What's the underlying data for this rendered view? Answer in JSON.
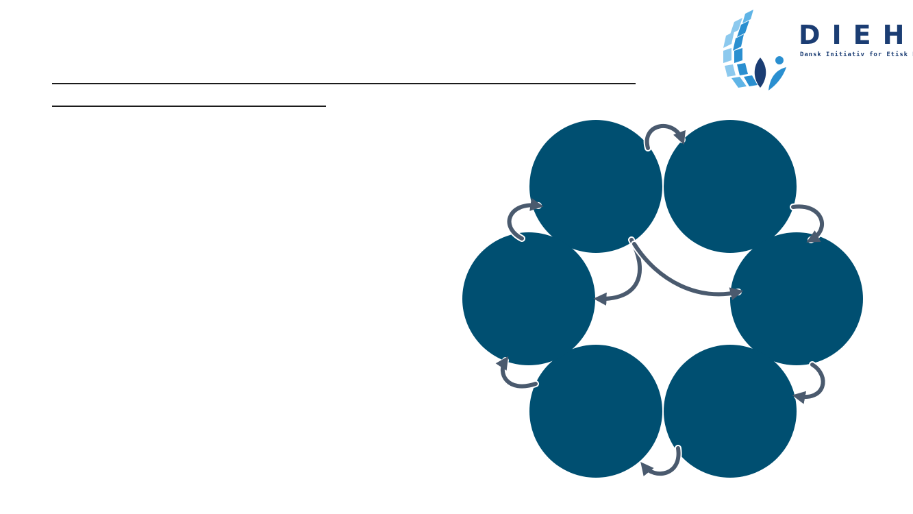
{
  "logo": {
    "wordmark": "DIEH",
    "tagline": "Dansk Initiativ for Etisk Handel",
    "colors": {
      "navy": "#1b3d73",
      "blue": "#2a8fd0",
      "light_blue": "#5fb4e6"
    }
  },
  "cycle": {
    "node_color": "#004f71",
    "arrow_color": "#4a5a6e",
    "nodes": [
      {
        "id": "top-left",
        "label": ""
      },
      {
        "id": "top-right",
        "label": ""
      },
      {
        "id": "right",
        "label": ""
      },
      {
        "id": "bottom-right",
        "label": ""
      },
      {
        "id": "bottom-left",
        "label": ""
      },
      {
        "id": "left",
        "label": ""
      }
    ]
  }
}
